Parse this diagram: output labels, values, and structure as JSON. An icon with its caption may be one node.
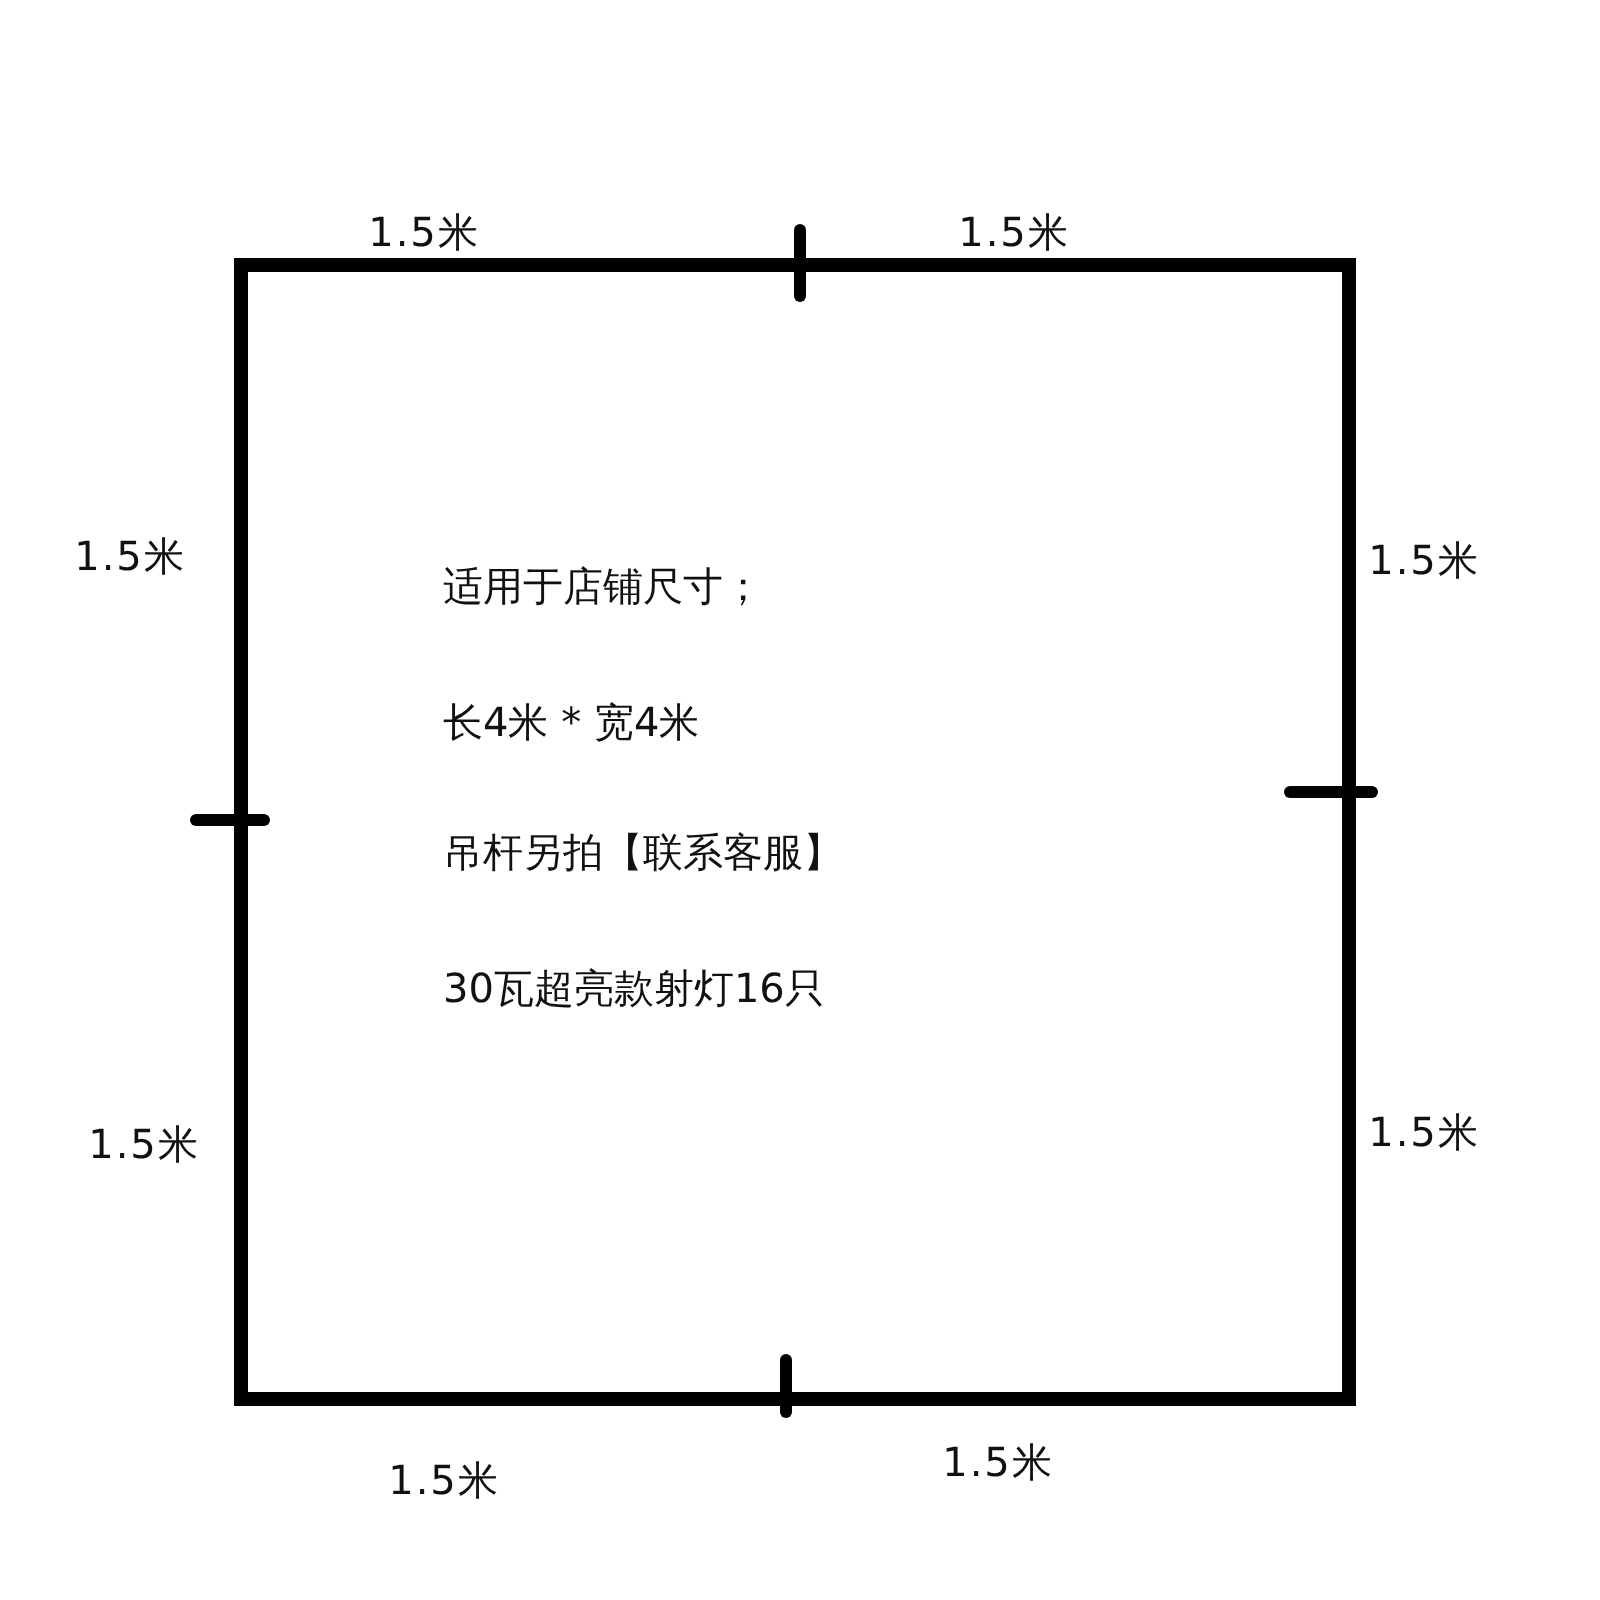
{
  "diagram": {
    "nodes": [
      {
        "text": [
          "适用于店铺尺寸；",
          "长4米 * 宽4米",
          "吊杆另拍【联系客服】",
          "30瓦超亮款射灯16只"
        ]
      }
    ],
    "labels": [
      "1.5米",
      "1.5米",
      "1.5米",
      "1.5米",
      "1.5米",
      "1.5米",
      "1.5米",
      "1.5米"
    ]
  }
}
